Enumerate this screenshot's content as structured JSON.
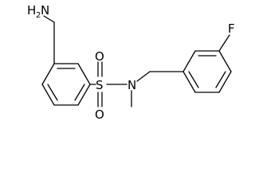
{
  "molecule": {
    "atoms": {
      "amine": {
        "symbol": "H",
        "sub": "2",
        "suffix": "N"
      },
      "sulfur": {
        "symbol": "S"
      },
      "oxygen_top": {
        "symbol": "O"
      },
      "oxygen_bottom": {
        "symbol": "O"
      },
      "nitrogen": {
        "symbol": "N"
      },
      "fluorine": {
        "symbol": "F"
      }
    }
  },
  "colors": {
    "bond": "#000000",
    "background": "#ffffff"
  }
}
